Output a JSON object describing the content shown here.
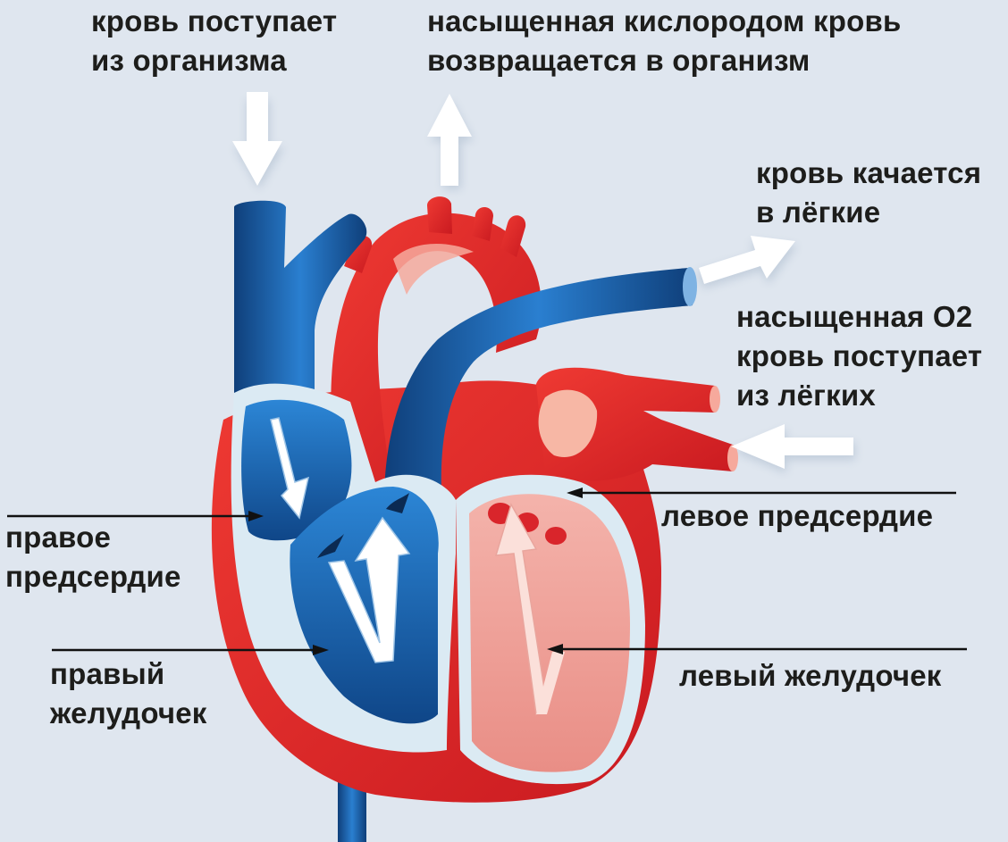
{
  "labels": {
    "blood_in_body": [
      "кровь поступает",
      "из организма"
    ],
    "blood_out_body": [
      "насыщенная кислородом кровь",
      "возвращается в организм"
    ],
    "to_lungs": [
      "кровь качается",
      "в лёгкие"
    ],
    "from_lungs": [
      "насыщенная О2",
      "кровь поступает",
      "из лёгких"
    ],
    "left_atrium": [
      "левое предсердие"
    ],
    "right_atrium": [
      "правое",
      "предсердие"
    ],
    "right_ventricle": [
      "правый",
      "желудочек"
    ],
    "left_ventricle": [
      "левый желудочек"
    ]
  },
  "colors": {
    "background": "#dfe6ef",
    "artery_red": "#e0242b",
    "artery_dark": "#b01419",
    "vein_blue": "#1b68b1",
    "vein_dark": "#0f3f7a",
    "inner_light": "#dbeaf3",
    "arrow_white": "#ffffff",
    "text": "#1d1d1b"
  },
  "icons": {
    "flow_arrow": "white-arrow",
    "pointer_line": "black-line"
  }
}
